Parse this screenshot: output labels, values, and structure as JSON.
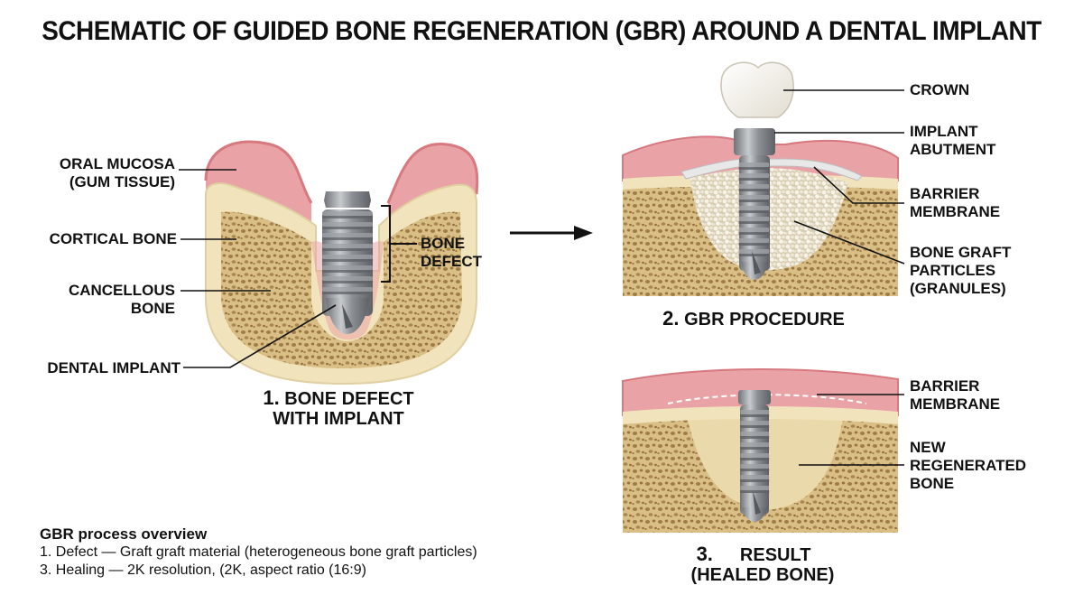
{
  "title": "SCHEMATIC OF GUIDED BONE REGENERATION (GBR) AROUND A DENTAL IMPLANT",
  "panel1": {
    "labels": {
      "oral_mucosa": "ORAL MUCOSA",
      "gum_tissue": "(GUM TISSUE)",
      "cortical_bone": "CORTICAL BONE",
      "cancellous_1": "CANCELLOUS",
      "cancellous_2": "BONE",
      "dental_implant": "DENTAL IMPLANT",
      "bone_defect_1": "BONE",
      "bone_defect_2": "DEFECT"
    },
    "caption": {
      "number": "1.",
      "line1": "BONE DEFECT",
      "line2": "WITH IMPLANT"
    }
  },
  "panel2": {
    "labels": {
      "crown": "CROWN",
      "abutment_1": "IMPLANT",
      "abutment_2": "ABUTMENT",
      "barrier_1": "BARRIER",
      "barrier_2": "MEMBRANE",
      "graft_1": "BONE GRAFT",
      "graft_2": "PARTICLES",
      "graft_3": "(GRANULES)"
    },
    "caption": {
      "number": "2.",
      "text": "GBR PROCEDURE"
    }
  },
  "panel3": {
    "labels": {
      "barrier_1": "BARRIER",
      "barrier_2": "MEMBRANE",
      "new_1": "NEW",
      "new_2": "REGENERATED",
      "new_3": "BONE"
    },
    "caption": {
      "number": "3.",
      "line1": "RESULT",
      "line2": "(HEALED BONE)"
    }
  },
  "overview": {
    "heading": "GBR process overview",
    "line1": "1. Defect — Graft graft material (heterogeneous bone graft particles)",
    "line2": "3. Healing —  2K resolution, (2K,  aspect ratio (16:9)"
  },
  "colors": {
    "gum": "#e9a3a6",
    "gum_dark": "#d7797f",
    "bone": "#f1e4bd",
    "cancellous": "#dcc48e",
    "pore": "#a07d47",
    "implant": "#8a8e93",
    "crown": "#f7f5ef",
    "graft": "#f3efe2",
    "membrane": "#e8e8e8"
  }
}
